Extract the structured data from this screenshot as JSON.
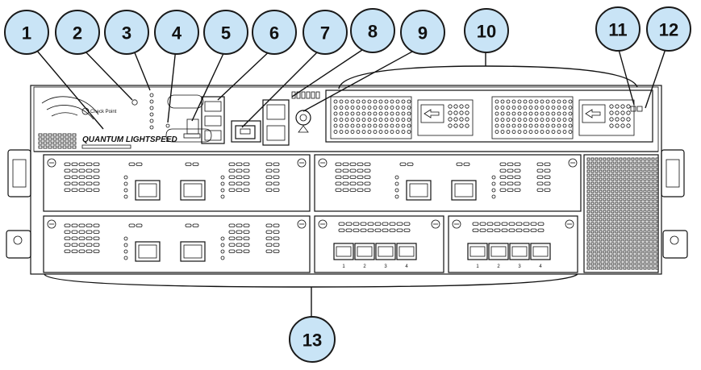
{
  "callouts": [
    "1",
    "2",
    "3",
    "4",
    "5",
    "6",
    "7",
    "8",
    "9",
    "10",
    "11",
    "12",
    "13"
  ],
  "chassis": {
    "logo_text": "Check Point",
    "product_name": "QUANTUM LIGHTSPEED"
  },
  "port_labels": {
    "sfp_slot_a": [
      "1",
      "2",
      "3",
      "4"
    ],
    "sfp_slot_b": [
      "1",
      "2",
      "3",
      "4"
    ]
  },
  "colors": {
    "callout_fill": "#c9e4f6",
    "line": "#111111",
    "background": "#ffffff"
  }
}
